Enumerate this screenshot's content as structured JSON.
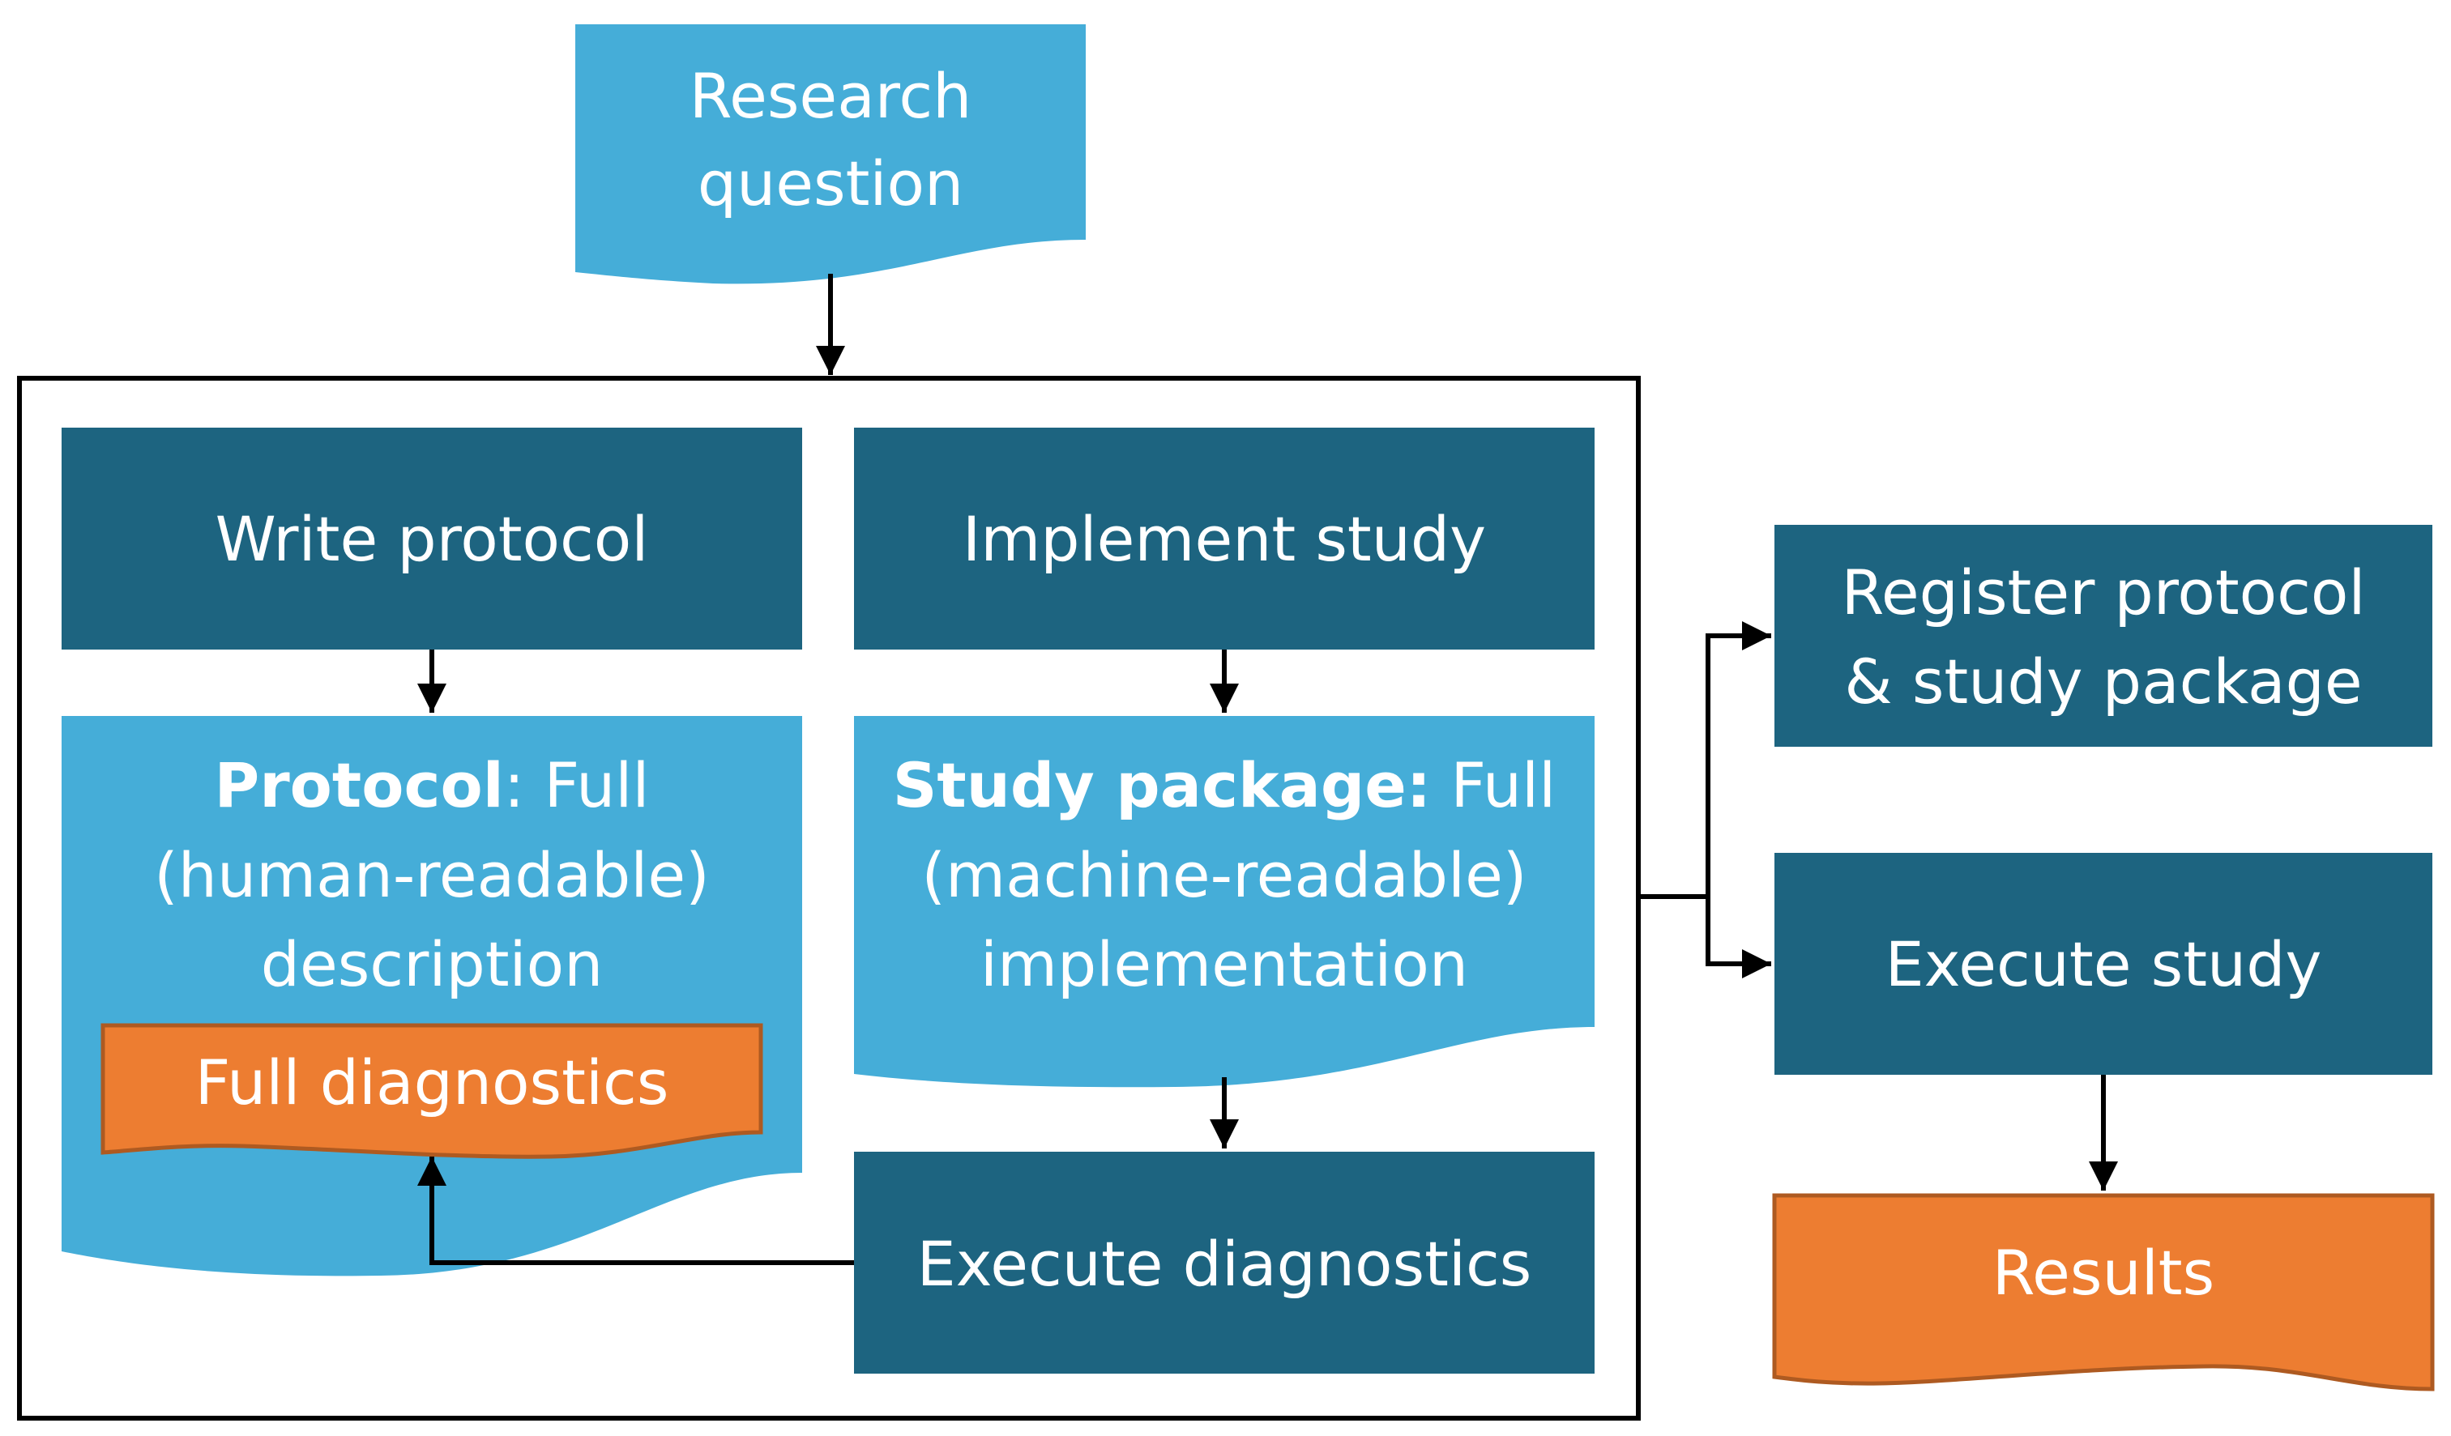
{
  "colors": {
    "dark_teal": "#1D6480",
    "light_blue": "#45ADD8",
    "orange": "#ED7D31",
    "orange_border": "#AE5A21",
    "line": "#000000",
    "text": "#FFFFFF"
  },
  "research_question": {
    "line1": "Research",
    "line2": "question"
  },
  "write_protocol": {
    "label": "Write protocol"
  },
  "implement_study": {
    "label": "Implement study"
  },
  "protocol_doc": {
    "title_bold": "Protocol",
    "title_rest": ": Full",
    "line2": "(human-readable)",
    "line3": "description"
  },
  "full_diagnostics": {
    "label": "Full diagnostics"
  },
  "study_package_doc": {
    "title_bold": "Study package:",
    "title_rest": " Full",
    "line2": "(machine-readable)",
    "line3": "implementation"
  },
  "execute_diagnostics": {
    "label": "Execute diagnostics"
  },
  "register": {
    "line1": "Register protocol",
    "line2": "& study package"
  },
  "execute_study": {
    "label": "Execute study"
  },
  "results": {
    "label": "Results"
  }
}
